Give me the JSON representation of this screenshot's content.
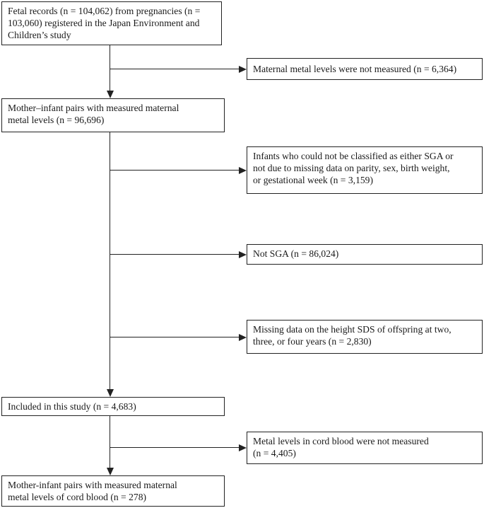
{
  "flowchart": {
    "main_boxes": [
      {
        "id": "fetal-records",
        "text": "Fetal records (n = 104,062) from pregnancies (n =\n103,060) registered in the Japan Environment and\nChildren’s study"
      },
      {
        "id": "measured-maternal",
        "text": "Mother–infant pairs with measured maternal\nmetal levels (n = 96,696)"
      },
      {
        "id": "included",
        "text": "Included in this study (n = 4,683)"
      },
      {
        "id": "cord-blood",
        "text": "Mother-infant pairs with measured maternal\nmetal levels of cord blood (n = 278)"
      }
    ],
    "exclusion_boxes": [
      {
        "id": "not-measured",
        "text": "Maternal metal levels were not measured (n = 6,364)"
      },
      {
        "id": "unclassified",
        "text": "Infants who could not be classified as either SGA or\nnot due to missing data on parity, sex, birth weight,\nor gestational week (n = 3,159)"
      },
      {
        "id": "not-sga",
        "text": "Not SGA (n = 86,024)"
      },
      {
        "id": "missing-height",
        "text": "Missing data on the height SDS of offspring at two,\nthree, or four years (n = 2,830)"
      },
      {
        "id": "cord-not-measured",
        "text": "Metal levels in cord blood were not measured\n(n = 4,405)"
      }
    ]
  }
}
